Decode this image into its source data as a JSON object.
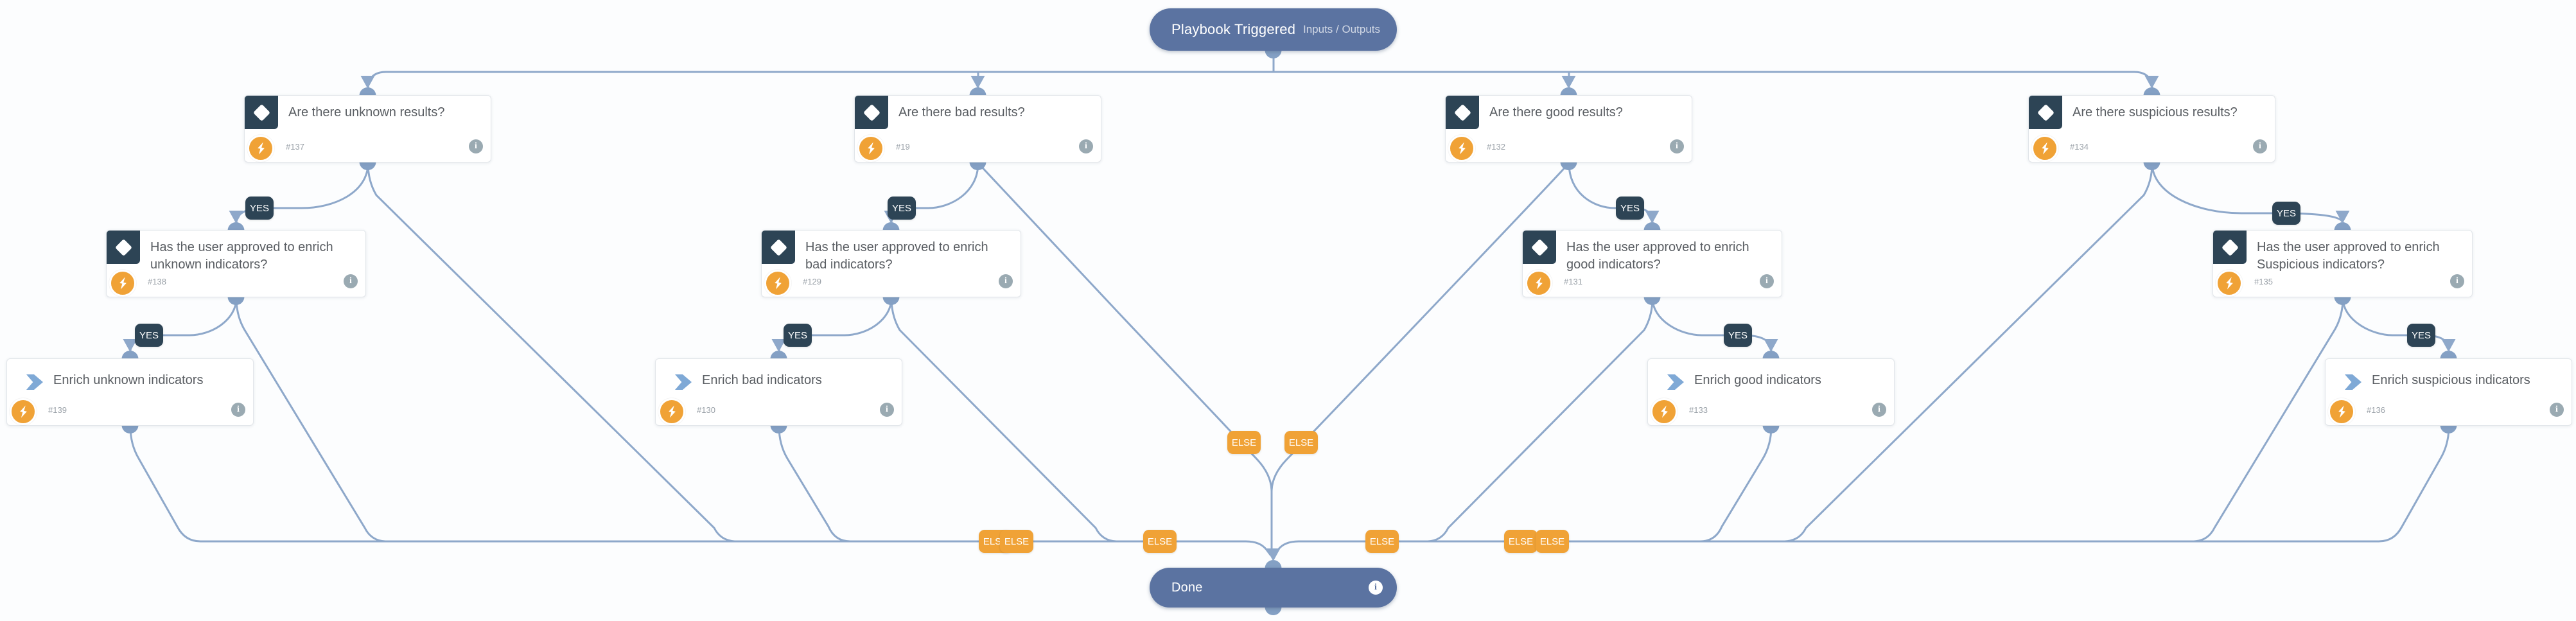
{
  "root": {
    "title": "Playbook Triggered",
    "io_link": "Inputs / Outputs"
  },
  "done": {
    "title": "Done"
  },
  "labels": {
    "yes": "YES",
    "else": "ELSE"
  },
  "colors": {
    "pill_blue": "#5b73a1",
    "dark_slate": "#2d4455",
    "accent_orange": "#f0a236",
    "edge_blue": "#8ea8ca",
    "subplaybook_blue": "#7fa9d6"
  },
  "conditions": [
    {
      "title": "Are there unknown results?",
      "id": "#137"
    },
    {
      "title": "Are there bad results?",
      "id": "#19"
    },
    {
      "title": "Are there good results?",
      "id": "#132"
    },
    {
      "title": "Are there suspicious results?",
      "id": "#134"
    }
  ],
  "approvals": [
    {
      "title": "Has the user approved to enrich unknown indicators?",
      "id": "#138"
    },
    {
      "title": "Has the user approved to enrich bad indicators?",
      "id": "#129"
    },
    {
      "title": "Has the user approved to enrich good indicators?",
      "id": "#131"
    },
    {
      "title": "Has the user approved to enrich Suspicious indicators?",
      "id": "#135"
    }
  ],
  "tasks": [
    {
      "title": "Enrich unknown indicators",
      "id": "#139"
    },
    {
      "title": "Enrich bad indicators",
      "id": "#130"
    },
    {
      "title": "Enrich good indicators",
      "id": "#133"
    },
    {
      "title": "Enrich suspicious indicators",
      "id": "#136"
    }
  ]
}
